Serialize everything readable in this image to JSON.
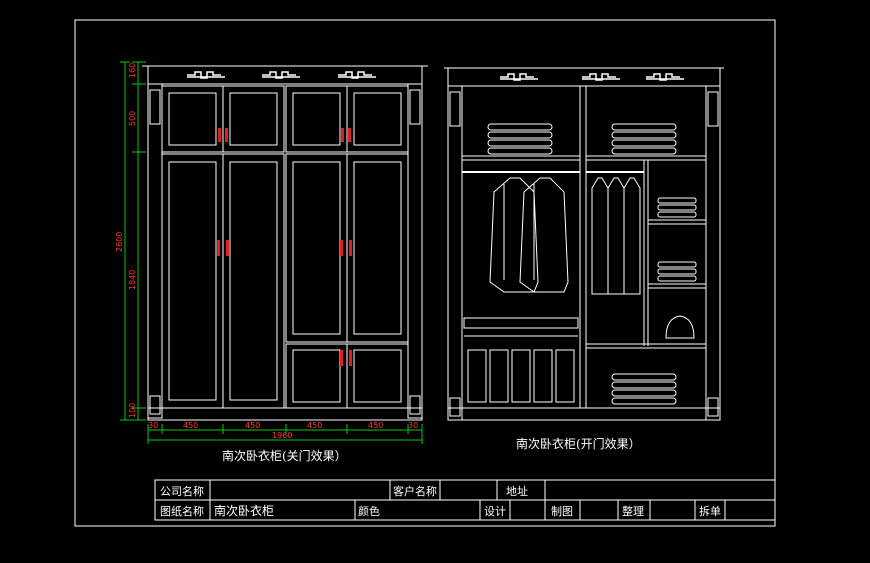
{
  "drawing": {
    "closed_caption": "南次卧衣柜(关门效果）",
    "open_caption": "南次卧衣柜(开门效果）",
    "dimensions": {
      "top": "160",
      "upper": "500",
      "overall": "2600",
      "middle": "1840",
      "bottom": "100",
      "width_segments": [
        "30",
        "450",
        "450",
        "450",
        "450",
        "30"
      ],
      "total_width": "1960"
    }
  },
  "title_block": {
    "company_label": "公司名称",
    "company_value": "",
    "client_label": "客户名称",
    "client_value": "",
    "address_label": "地址",
    "address_value": "",
    "drawing_name_label": "图纸名称",
    "drawing_name_value": "南次卧衣柜",
    "color_label": "颜色",
    "design_label": "设计",
    "drafter_label": "制图",
    "organize_label": "整理",
    "dismantle_label": "拆单"
  },
  "colors": {
    "line": "#ffffff",
    "dimension_text": "#ff3030",
    "dimension_line": "#00cc00",
    "handle": "#e02020"
  }
}
